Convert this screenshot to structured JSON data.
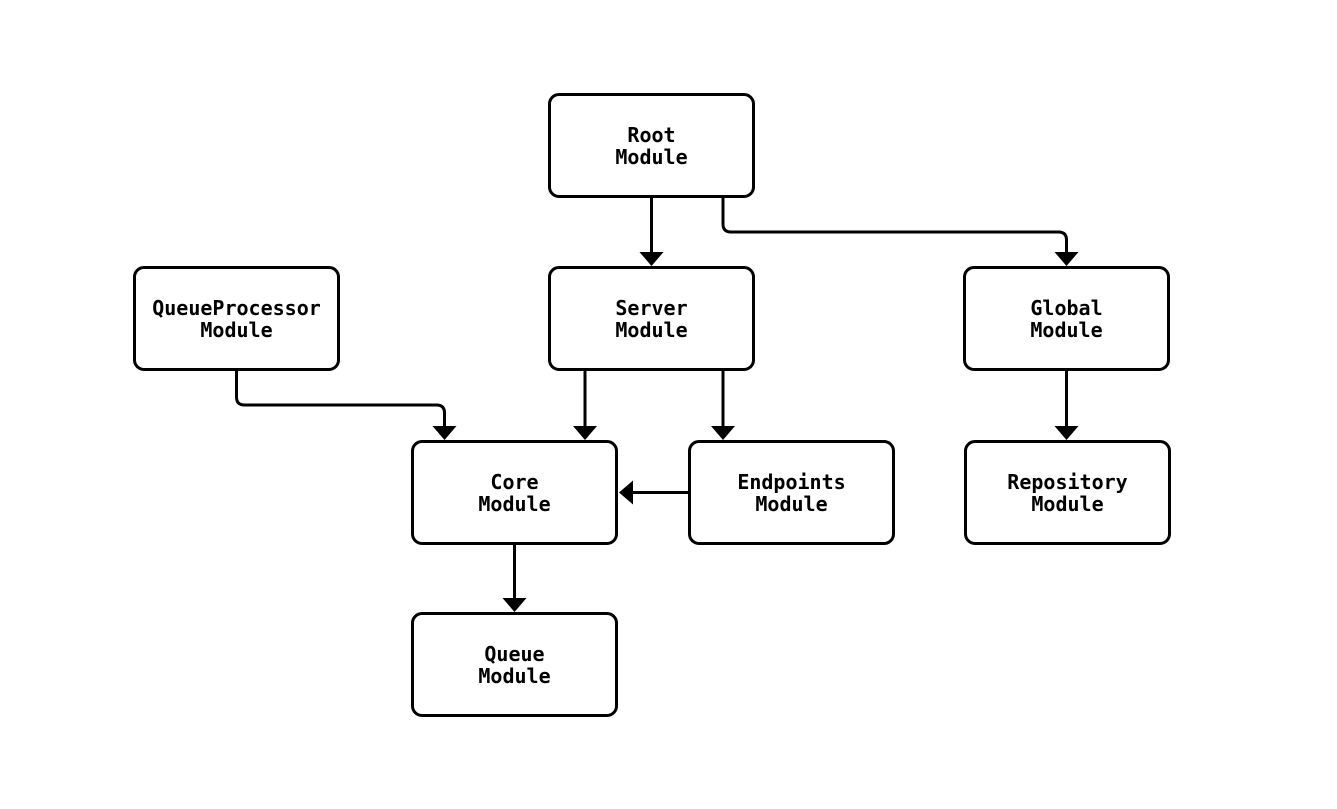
{
  "diagram": {
    "type": "module-dependency-graph",
    "background_color": "#ffffff",
    "node_border_color": "#000000",
    "node_fill_color": "#ffffff",
    "edge_color": "#000000",
    "text_color": "#000000",
    "nodes": {
      "root": {
        "id": "root",
        "label": "Root\nModule"
      },
      "queueprocessor": {
        "id": "queueprocessor",
        "label": "QueueProcessor\nModule"
      },
      "server": {
        "id": "server",
        "label": "Server\nModule"
      },
      "global": {
        "id": "global",
        "label": "Global\nModule"
      },
      "core": {
        "id": "core",
        "label": "Core\nModule"
      },
      "endpoints": {
        "id": "endpoints",
        "label": "Endpoints\nModule"
      },
      "repository": {
        "id": "repository",
        "label": "Repository\nModule"
      },
      "queue": {
        "id": "queue",
        "label": "Queue\nModule"
      }
    },
    "edges": [
      {
        "from": "root",
        "to": "server"
      },
      {
        "from": "root",
        "to": "global"
      },
      {
        "from": "queueprocessor",
        "to": "core"
      },
      {
        "from": "server",
        "to": "core"
      },
      {
        "from": "server",
        "to": "endpoints"
      },
      {
        "from": "endpoints",
        "to": "core"
      },
      {
        "from": "global",
        "to": "repository"
      },
      {
        "from": "core",
        "to": "queue"
      }
    ]
  }
}
